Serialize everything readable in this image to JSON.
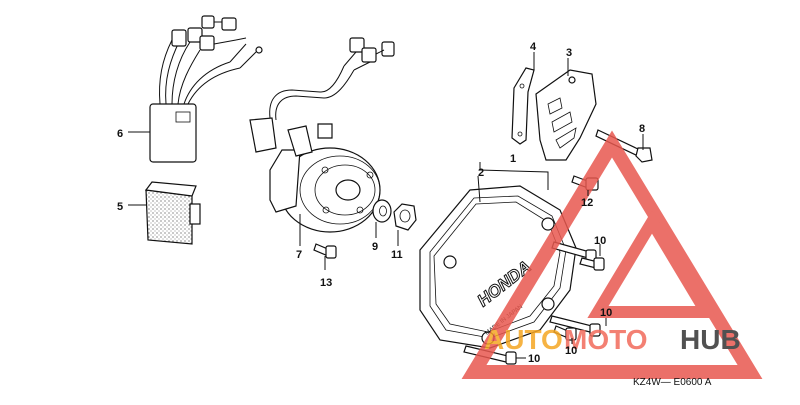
{
  "diagram": {
    "parts": [
      {
        "num": "1"
      },
      {
        "num": "2"
      },
      {
        "num": "3"
      },
      {
        "num": "4"
      },
      {
        "num": "5"
      },
      {
        "num": "6"
      },
      {
        "num": "7"
      },
      {
        "num": "8"
      },
      {
        "num": "9"
      },
      {
        "num": "10"
      },
      {
        "num": "11"
      },
      {
        "num": "12"
      },
      {
        "num": "13"
      }
    ],
    "cover_brand": "HONDA",
    "cover_origin": "MADE IN JAPAN",
    "figure_code": "KZ4W— E0600 A"
  },
  "watermark": {
    "text_a": "AUTO",
    "text_b": "MOTO",
    "text_c": "HUB",
    "color_a": "#f5a623",
    "color_b": "#f26b5b",
    "color_c": "#333333",
    "triangle_color": "#e8584f"
  }
}
